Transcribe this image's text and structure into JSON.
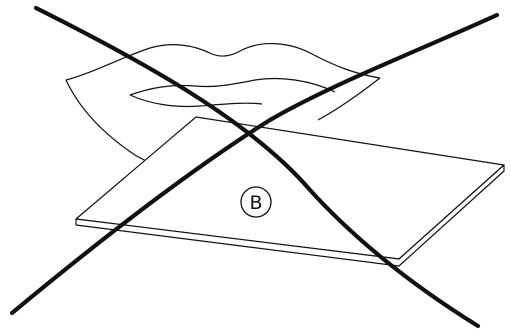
{
  "figure": {
    "plate_label": "B",
    "stroke_color": "#111111",
    "background": "#ffffff",
    "elements": [
      "mouth-lips",
      "flat-plate",
      "circled-label",
      "prohibition-cross"
    ]
  }
}
